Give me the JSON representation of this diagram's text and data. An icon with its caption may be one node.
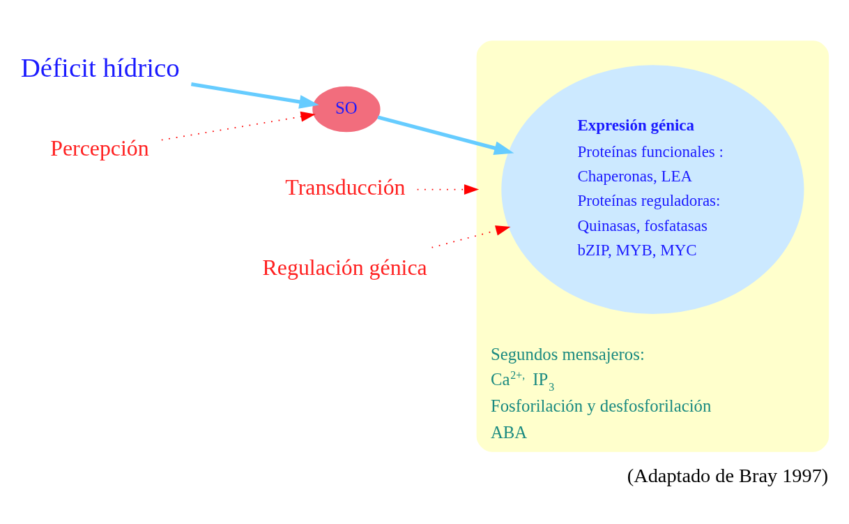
{
  "diagram": {
    "caption": "(Adaptado de Bray 1997)",
    "nodes": [
      {
        "text": [
          "Déficit hídrico"
        ]
      },
      {
        "text": [
          "Percepción"
        ]
      },
      {
        "text": [
          "Transducción"
        ]
      },
      {
        "text": [
          "Regulación génica"
        ]
      },
      {
        "text": [
          "Segundos mensajeros:",
          "Ca$^{2+,}$ IP$_{3}$",
          "Fosforilación y desfosforilación",
          "ABA"
        ]
      },
      {
        "text": [
          "SO"
        ]
      },
      {
        "text": [
          "Expresión génica",
          "Proteínas funcionales :",
          "Chaperonas, LEA",
          "Proteínas reguladoras:",
          "Quinasas, fosfatasas",
          "bZIP, MYB, MYC"
        ],
        "in": 4
      }
    ],
    "edges": [
      {
        "from": 0,
        "to": 5,
        "arrow": "to",
        "style": "thick",
        "color": "#66ccff"
      },
      {
        "from": 1,
        "to": 5,
        "arrow": "to",
        "style": "dashed"
      },
      {
        "from": 2,
        "to": 4,
        "arrow": "to",
        "style": "dashed"
      },
      {
        "from": 3,
        "to": 6,
        "arrow": "to",
        "style": "dashed"
      },
      {
        "from": 5,
        "to": 6,
        "arrow": "to",
        "style": "thick",
        "color": "#66ccff"
      }
    ]
  }
}
